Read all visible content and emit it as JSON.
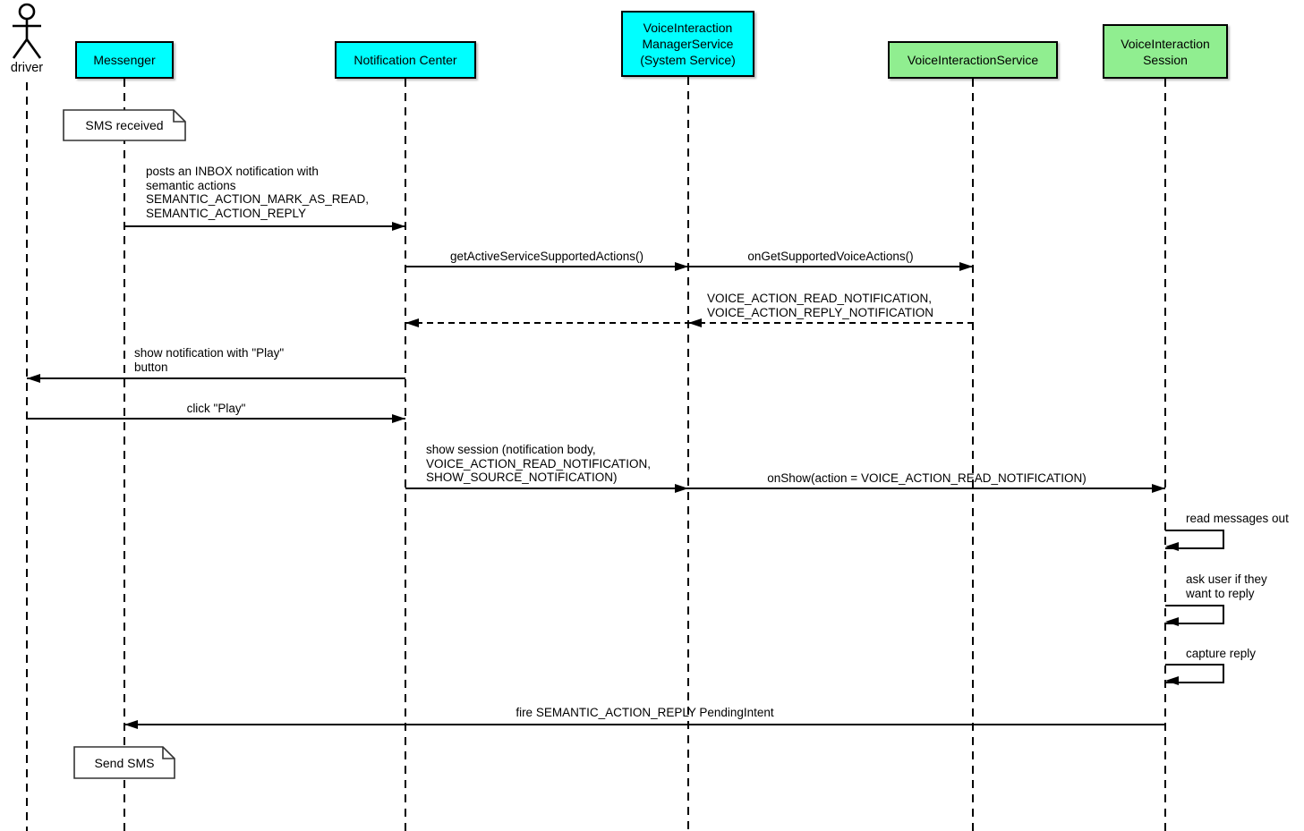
{
  "diagram_type": "uml-sequence-diagram",
  "colors": {
    "participant_cyan": "#00ffff",
    "participant_green": "#90ee90",
    "line_color": "#000000",
    "note_background": "#ffffff",
    "background": "#ffffff"
  },
  "actor": {
    "label": "driver"
  },
  "participants": [
    {
      "id": "messenger",
      "label": "Messenger",
      "color": "#00ffff"
    },
    {
      "id": "notification-center",
      "label": "Notification Center",
      "color": "#00ffff"
    },
    {
      "id": "voice-interaction-manager-service",
      "label": "VoiceInteraction\nManagerService\n(System Service)",
      "color": "#00ffff"
    },
    {
      "id": "voice-interaction-service",
      "label": "VoiceInteractionService",
      "color": "#90ee90"
    },
    {
      "id": "voice-interaction-session",
      "label": "VoiceInteraction\nSession",
      "color": "#90ee90"
    }
  ],
  "notes": [
    {
      "text": "SMS received",
      "attached_to": "Messenger"
    },
    {
      "text": "Send SMS",
      "attached_to": "Messenger"
    }
  ],
  "messages": [
    {
      "label": "posts an INBOX notification with\nsemantic actions\nSEMANTIC_ACTION_MARK_AS_READ,\nSEMANTIC_ACTION_REPLY",
      "from": "Messenger",
      "to": "Notification Center",
      "style": "solid"
    },
    {
      "label": "getActiveServiceSupportedActions()",
      "from": "Notification Center",
      "to": "VoiceInteractionManagerService",
      "style": "solid"
    },
    {
      "label": "onGetSupportedVoiceActions()",
      "from": "VoiceInteractionManagerService",
      "to": "VoiceInteractionService",
      "style": "solid"
    },
    {
      "label": "VOICE_ACTION_READ_NOTIFICATION,\nVOICE_ACTION_REPLY_NOTIFICATION",
      "from": "VoiceInteractionService",
      "to": "Notification Center",
      "style": "dashed-return"
    },
    {
      "label": "show notification with \"Play\"\nbutton",
      "from": "Notification Center",
      "to": "driver",
      "style": "solid"
    },
    {
      "label": "click \"Play\"",
      "from": "driver",
      "to": "Notification Center",
      "style": "solid"
    },
    {
      "label": "show session (notification body,\nVOICE_ACTION_READ_NOTIFICATION,\nSHOW_SOURCE_NOTIFICATION)",
      "from": "Notification Center",
      "to": "VoiceInteractionManagerService",
      "style": "solid"
    },
    {
      "label": "onShow(action = VOICE_ACTION_READ_NOTIFICATION)",
      "from": "VoiceInteractionManagerService",
      "to": "VoiceInteractionSession",
      "style": "solid"
    },
    {
      "label": "read messages out",
      "from": "VoiceInteractionSession",
      "to": "VoiceInteractionSession",
      "style": "self"
    },
    {
      "label": "ask user if they\nwant to reply",
      "from": "VoiceInteractionSession",
      "to": "VoiceInteractionSession",
      "style": "self"
    },
    {
      "label": "capture reply",
      "from": "VoiceInteractionSession",
      "to": "VoiceInteractionSession",
      "style": "self"
    },
    {
      "label": "fire SEMANTIC_ACTION_REPLY PendingIntent",
      "from": "VoiceInteractionSession",
      "to": "Messenger",
      "style": "solid"
    }
  ]
}
